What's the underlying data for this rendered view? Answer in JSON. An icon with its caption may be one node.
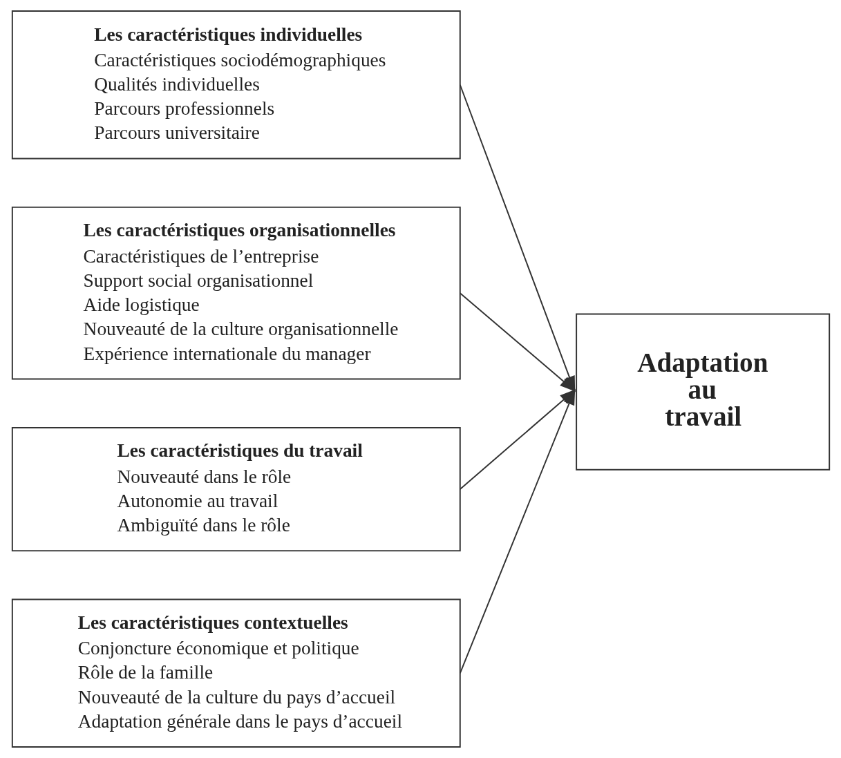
{
  "diagram": {
    "nodes": [
      {
        "text": [
          "Les caractéristiques individuelles",
          "Caractéristiques sociodémographiques",
          "Qualités individuelles",
          "Parcours professionnels",
          "Parcours universitaire"
        ]
      },
      {
        "text": [
          "Les caractéristiques organisationnelles",
          "Caractéristiques de l’entreprise",
          "Support social organisationnel",
          "Aide logistique",
          "Nouveauté de la culture organisationnelle",
          "Expérience internationale du manager"
        ]
      },
      {
        "text": [
          "Les caractéristiques du travail",
          "Nouveauté dans le rôle",
          "Autonomie au travail",
          "Ambiguïté dans le rôle"
        ]
      },
      {
        "text": [
          "Les caractéristiques contextuelles",
          "Conjoncture économique et politique",
          "Rôle de la famille",
          "Nouveauté de la culture du pays d’accueil",
          "Adaptation générale dans le pays d’accueil"
        ]
      },
      {
        "text": [
          "Adaptation au travail"
        ]
      }
    ],
    "edges": [
      {
        "from": 0,
        "to": 4,
        "arrow": "to"
      },
      {
        "from": 1,
        "to": 4,
        "arrow": "to"
      },
      {
        "from": 2,
        "to": 4,
        "arrow": "to"
      },
      {
        "from": 3,
        "to": 4,
        "arrow": "to"
      }
    ]
  }
}
